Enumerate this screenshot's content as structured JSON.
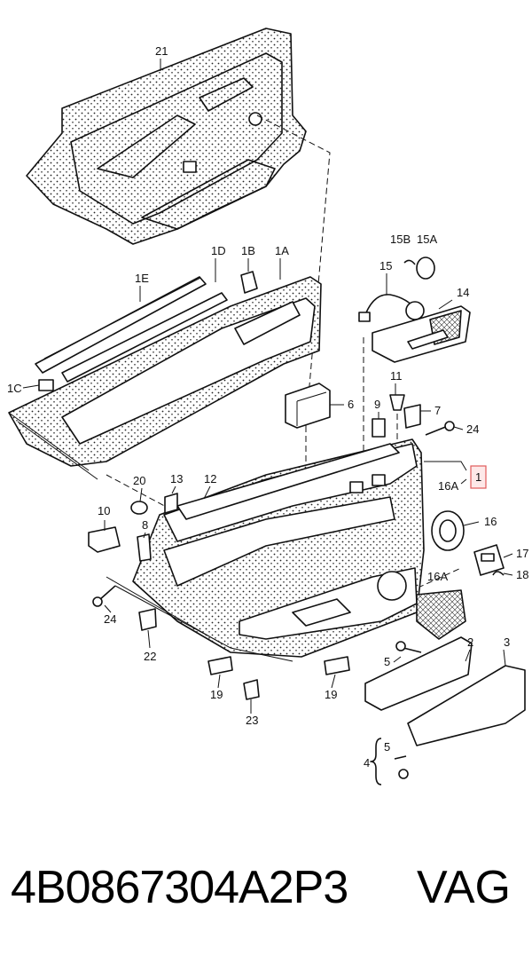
{
  "diagram": {
    "callouts": {
      "c21": "21",
      "c1D": "1D",
      "c1B": "1B",
      "c1A": "1A",
      "c1E": "1E",
      "c1C": "1C",
      "c15B": "15B",
      "c15A": "15A",
      "c15": "15",
      "c14": "14",
      "c11": "11",
      "c6": "6",
      "c9": "9",
      "c7": "7",
      "c24a": "24",
      "c1": "1",
      "c16A": "16A",
      "c16": "16",
      "c20": "20",
      "c13": "13",
      "c12": "12",
      "c10": "10",
      "c8": "8",
      "c17": "17",
      "c18": "18",
      "c16Ab": "16A",
      "c24b": "24",
      "c2": "2",
      "c3": "3",
      "c5a": "5",
      "c22": "22",
      "c19a": "19",
      "c19b": "19",
      "c23": "23",
      "c4": "4",
      "c5b": "5"
    }
  },
  "footer": {
    "part_number": "4B0867304A2P3",
    "brand": "VAG"
  },
  "colors": {
    "line": "#111111",
    "highlight_box": "#e05a5a",
    "highlight_fill": "#fde8e8",
    "texture": "#ffffff"
  }
}
